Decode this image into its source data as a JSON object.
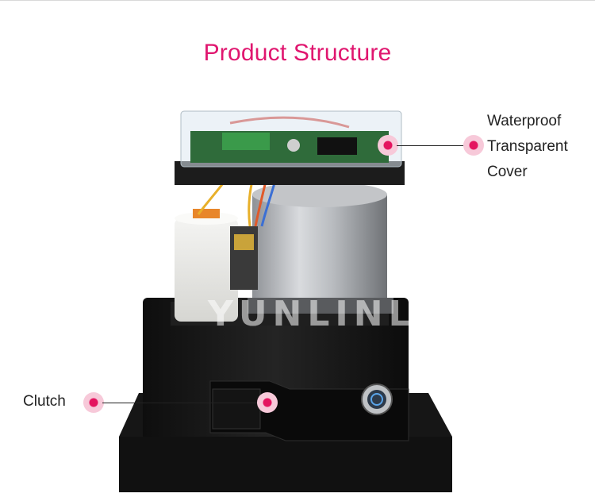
{
  "page": {
    "title": "Product Structure"
  },
  "watermark": "YUNLINLI",
  "callouts": {
    "cover": {
      "lines": [
        "Waterproof",
        "Transparent",
        "Cover"
      ]
    },
    "clutch": {
      "label": "Clutch"
    }
  },
  "colors": {
    "accent": "#e0166f",
    "marker": "#e4145f"
  },
  "icons": [
    "power-button-icon"
  ]
}
